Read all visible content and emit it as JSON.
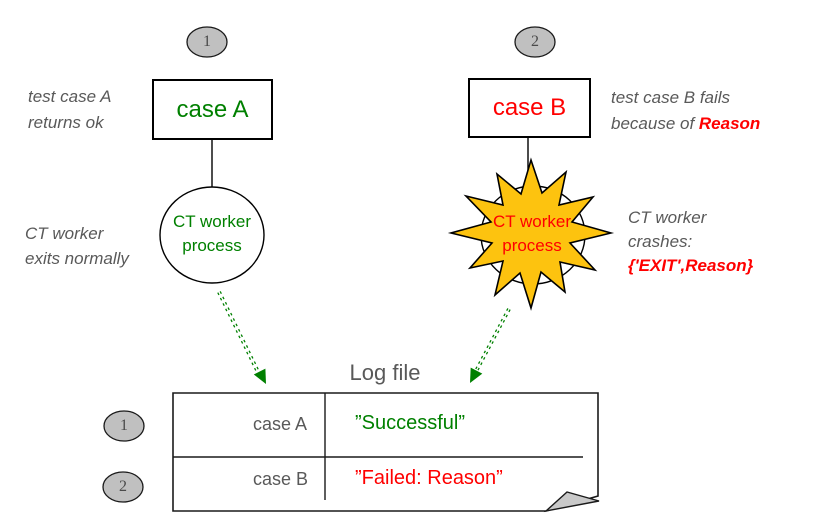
{
  "colors": {
    "green": "#008000",
    "red": "#ff0000",
    "gray_text": "#595959",
    "explosion_fill": "#fdc30f",
    "badge_fill": "#c0c0c0"
  },
  "left_flow": {
    "badge": "1",
    "box_label": "case A",
    "annotation": "test case A\nreturns ok",
    "worker_label": "CT worker\nprocess",
    "worker_annotation": "CT worker\nexits normally"
  },
  "right_flow": {
    "badge": "2",
    "box_label": "case B",
    "annotation_line1": "test case B fails",
    "annotation_line2_prefix": "because of ",
    "annotation_line2_emphasis": "Reason",
    "worker_label": "CT worker\nprocess",
    "crash_line1": "CT worker",
    "crash_line2": "crashes:",
    "crash_line3": "{'EXIT',Reason}"
  },
  "log_file": {
    "title": "Log file",
    "rows": [
      {
        "badge": "1",
        "case": "case A",
        "result": "”Successful”"
      },
      {
        "badge": "2",
        "case": "case B",
        "result": "”Failed: Reason”"
      }
    ]
  }
}
